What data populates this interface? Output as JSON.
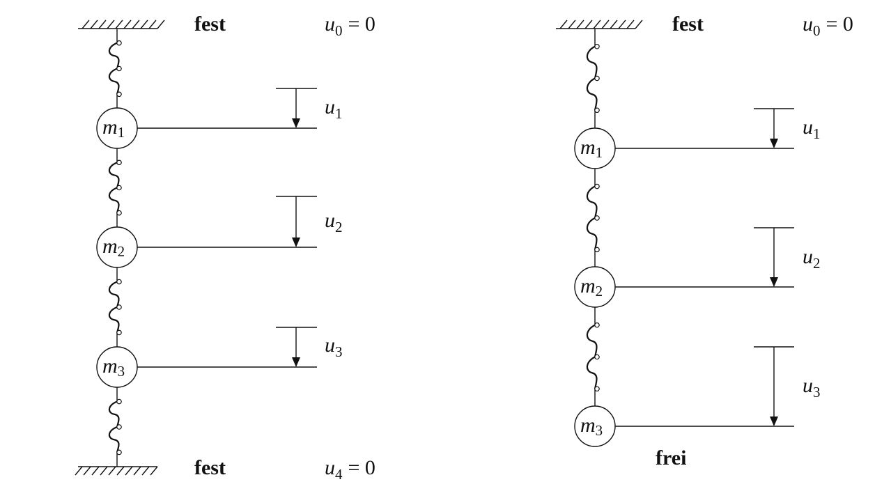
{
  "left_system": {
    "top_support_label": "fest",
    "bottom_support_label": "fest",
    "top_condition": {
      "var": "u",
      "sub": "0",
      "rhs": "= 0"
    },
    "bottom_condition": {
      "var": "u",
      "sub": "4",
      "rhs": "= 0"
    },
    "masses": [
      {
        "var": "m",
        "sub": "1"
      },
      {
        "var": "m",
        "sub": "2"
      },
      {
        "var": "m",
        "sub": "3"
      }
    ],
    "displacements": [
      {
        "var": "u",
        "sub": "1"
      },
      {
        "var": "u",
        "sub": "2"
      },
      {
        "var": "u",
        "sub": "3"
      }
    ]
  },
  "right_system": {
    "top_support_label": "fest",
    "bottom_end_label": "frei",
    "top_condition": {
      "var": "u",
      "sub": "0",
      "rhs": "= 0"
    },
    "masses": [
      {
        "var": "m",
        "sub": "1"
      },
      {
        "var": "m",
        "sub": "2"
      },
      {
        "var": "m",
        "sub": "3"
      }
    ],
    "displacements": [
      {
        "var": "u",
        "sub": "1"
      },
      {
        "var": "u",
        "sub": "2"
      },
      {
        "var": "u",
        "sub": "3"
      }
    ]
  },
  "colors": {
    "ink": "#111111",
    "background": "#ffffff"
  }
}
